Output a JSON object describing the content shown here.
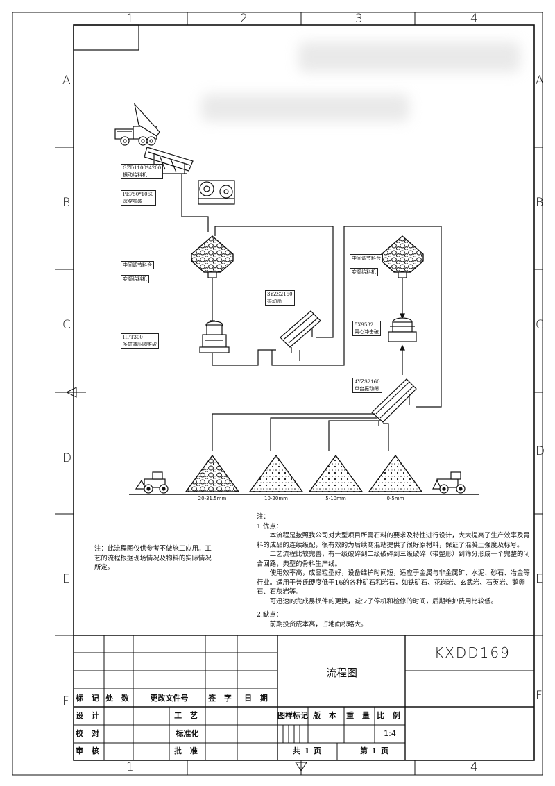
{
  "border": {
    "top_cols": [
      "1",
      "2",
      "3",
      "4"
    ],
    "bottom_cols": [
      "1",
      "4"
    ],
    "left_rows": [
      "A",
      "B",
      "C",
      "D",
      "E",
      "F"
    ],
    "right_rows": [
      "A",
      "B",
      "C",
      "D",
      "E",
      "F"
    ]
  },
  "equipment": [
    {
      "line1": "GZD1100*4200",
      "line2": "振动给料机"
    },
    {
      "line1": "PE750*1060",
      "line2": "深腔颚破"
    },
    {
      "line1": "中间调节料仓",
      "line2": ""
    },
    {
      "line1": "变频给料机",
      "line2": ""
    },
    {
      "line1": "HPT300",
      "line2": "多缸液压圆锥破"
    },
    {
      "line1": "3YZS2160",
      "line2": "振动筛"
    },
    {
      "line1": "中间调节料仓",
      "line2": ""
    },
    {
      "line1": "变频给料机",
      "line2": ""
    },
    {
      "line1": "5X9532",
      "line2": "离心冲击破"
    },
    {
      "line1": "4YZS2160",
      "line2": "单台振动筛"
    }
  ],
  "products": [
    "20-31.5mm",
    "10-20mm",
    "5-10mm",
    "0-5mm"
  ],
  "disclaimer": "注：此流程图仅供参考不做施工应用。工艺的流程根据现场情况及物料的实际情况所定。",
  "notes": {
    "header": "注：",
    "adv_title": "1.优点：",
    "p1": "本流程是按照我公司对大型项目所需石料的要求及特性进行设计，大大提高了生产效率及骨料的成品的连续级配，很有效的为后续商混站提供了很好原材料，保证了混凝土强度及标号。",
    "p2": "工艺流程比较完善，有一级破碎到二级破碎到三级破碎（带整形）到筛分形成一个完整的闭合回路，典型的骨料生产线。",
    "p3": "使用效率高，成品粒型好，设备维护时间短，适应于金属与非金属矿、水泥、砂石、冶金等行业。适用于普氏硬度低于16的各种矿石和岩石，如铁矿石、花岗岩、玄武岩、石英岩、鹅卵石、石灰岩等。",
    "p4": "可迅速的完成易损件的更换，减少了停机和检修的时间，后期维护费用比较低。",
    "dis_title": "2.缺点：",
    "p5": "前期投资成本高，占地面积略大。"
  },
  "title_block": {
    "drawing_no": "KXDD169",
    "drawing_title": "流程图",
    "rev_headers": [
      "标 记",
      "处 数",
      "更改文件号",
      "签 字",
      "日 期"
    ],
    "roles": [
      "设 计",
      "校 对",
      "审 核"
    ],
    "roles2": [
      "工 艺",
      "标准化",
      "批 准"
    ],
    "meta_headers": [
      "图样标记",
      "版 本",
      "重 量",
      "比 例"
    ],
    "scale": "1:4",
    "total_pages": "共 1 页",
    "page_no": "第 1 页"
  }
}
